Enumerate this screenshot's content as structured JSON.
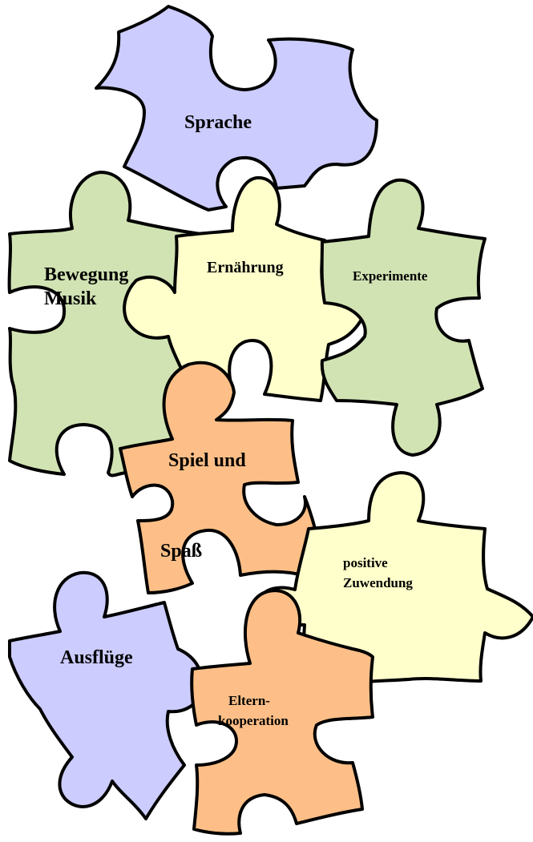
{
  "colors": {
    "lavender": "#ccccff",
    "green": "#d1e3b3",
    "cream": "#ffffcc",
    "orange": "#fdbf87"
  },
  "pieces": {
    "sprache": {
      "label": "Sprache",
      "color": "lavender"
    },
    "bewegung": {
      "label_lines": [
        "Bewegung",
        "Musik"
      ],
      "color": "green"
    },
    "ernaehrung": {
      "label": "Ernährung",
      "color": "cream"
    },
    "experimente": {
      "label": "Experimente",
      "color": "green"
    },
    "spiel": {
      "label_lines": [
        "Spiel und",
        "Spaß"
      ],
      "color": "orange"
    },
    "zuwendung": {
      "label_lines": [
        "positive",
        "Zuwendung"
      ],
      "color": "cream"
    },
    "ausfluege": {
      "label": "Ausflüge",
      "color": "lavender"
    },
    "eltern": {
      "label_lines": [
        "Eltern-",
        "kooperation"
      ],
      "color": "orange"
    }
  }
}
